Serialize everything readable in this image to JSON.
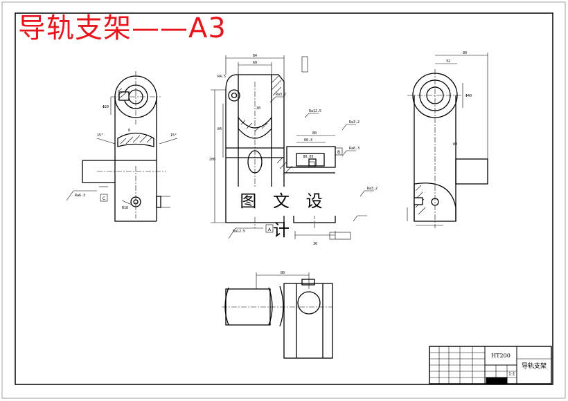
{
  "title": {
    "text": "导轨支架——A3"
  },
  "watermark": {
    "text": "图 文 设 计"
  },
  "title_block": {
    "material": "HT200",
    "part_name": "导轨支架",
    "scale": "1:1"
  },
  "dimensions": {
    "front_width_overall": "84",
    "front_width_inner": "60",
    "front_height": "200",
    "front_mid_height": "84",
    "front_offset": "30",
    "front_bore": "R4.5",
    "front_base": "80",
    "front_base_tol": "60.4",
    "front_hole_depth": "80.05",
    "front_slot": "36",
    "side_width": "80",
    "side_offset": "32",
    "side_height": "80",
    "side_bore_dia": "Φ40",
    "left_bore": "Φ20",
    "left_angle_1": "15°",
    "left_angle_2": "15°",
    "left_pin": "8",
    "left_hole": "R10",
    "bottom_width": "80"
  },
  "roughness": {
    "r1": "Ra6.3",
    "r2": "Ra3.2",
    "r3": "Ra12.5",
    "r4": "Ra3.2",
    "r5": "Ra6.3",
    "r6": "Ra3.2",
    "r7": "Ra12.5"
  },
  "datums": {
    "a": "A",
    "b": "B",
    "c": "C"
  }
}
